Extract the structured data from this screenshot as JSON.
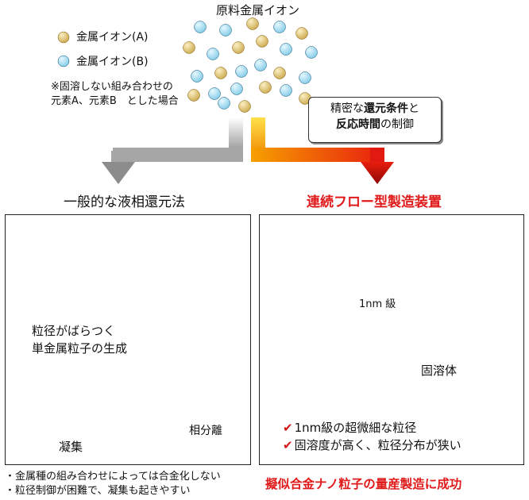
{
  "header": {
    "title": "原料金属イオン"
  },
  "legend": {
    "ion_a": "金属イオン(A)",
    "ion_b": "金属イオン(B)",
    "note_line1": "※固溶しない組み合わせの",
    "note_line2": "元素A、元素B　とした場合"
  },
  "callout": {
    "line1_pre": "精密な",
    "line1_bold": "還元条件",
    "line1_post": "と",
    "line2_bold": "反応時間",
    "line2_post": "の制御"
  },
  "left": {
    "title": "一般的な液相還元法",
    "desc_line1": "粒径がばらつく",
    "desc_line2": "単金属粒子の生成",
    "aggregation": "凝集",
    "phase_separation": "相分離",
    "bullet1": "・金属種の組み合わせによっては合金化しない",
    "bullet2": "・粒径制御が困難で、凝集も起きやすい"
  },
  "right": {
    "title": "連続フロー型製造装置",
    "scale": "1nm 級",
    "solid_solution": "固溶体",
    "check1": "1nm級の超微細な粒径",
    "check2": "固溶度が高く、粒径分布が狭い",
    "result": "擬似合金ナノ粒子の量産製造に成功"
  },
  "colors": {
    "gold": "#d4a017",
    "blue": "#2aa6d8",
    "red_text": "#e01a1a",
    "arrow_gray": "#9a9a9a",
    "arrow_red": "#c81414"
  },
  "icons": {
    "check": "✔",
    "legend_a": "gold-sphere-icon",
    "legend_b": "blue-sphere-icon"
  }
}
